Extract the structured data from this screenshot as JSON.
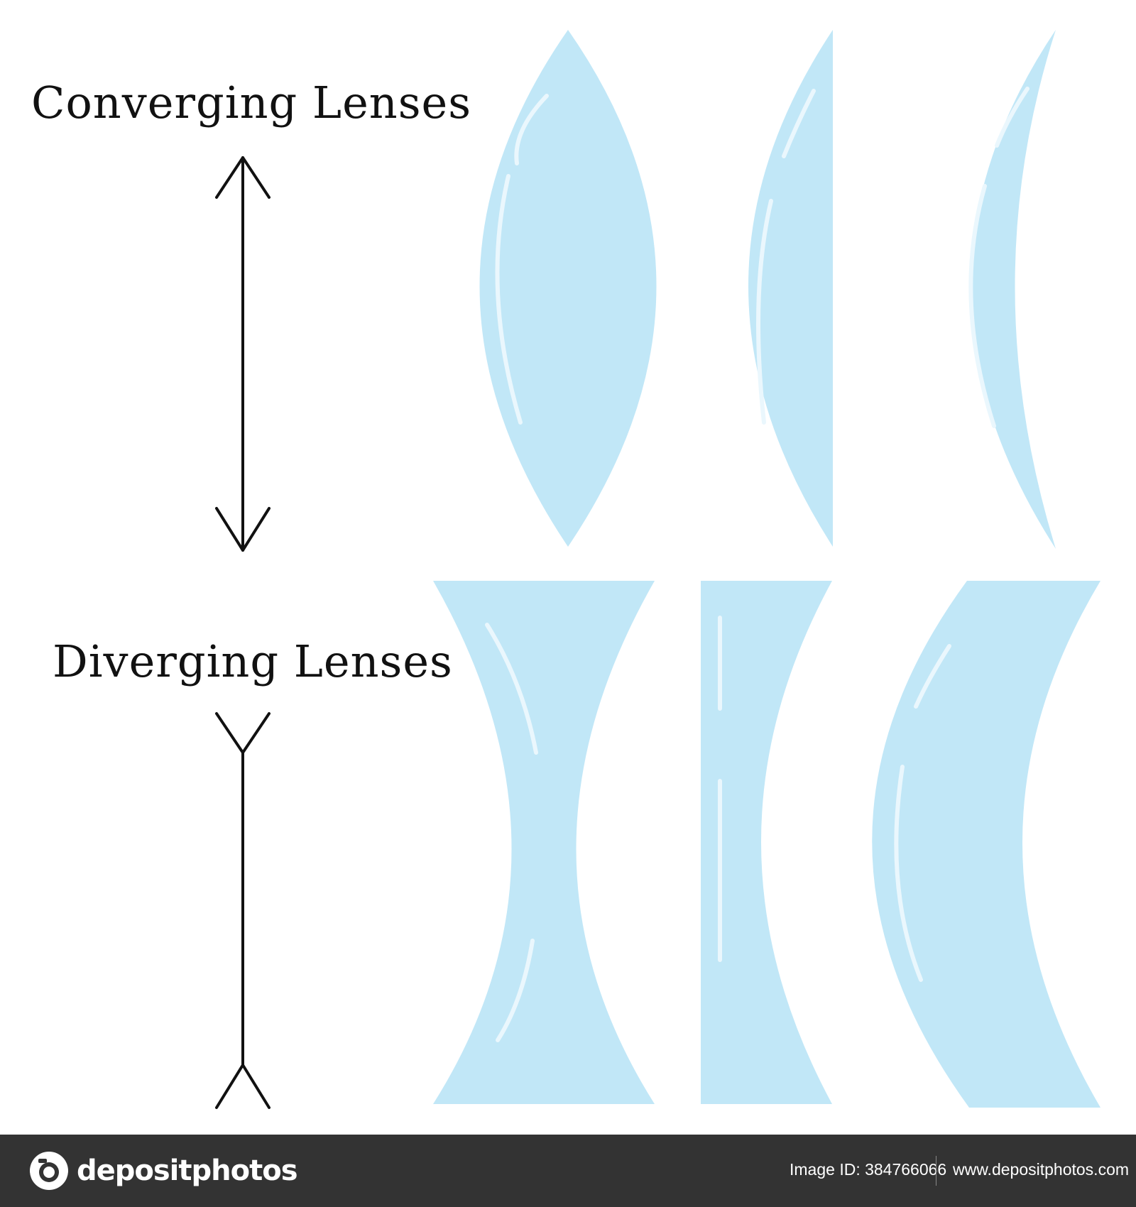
{
  "labels": {
    "converging": "Converging Lenses",
    "diverging": "Diverging Lenses"
  },
  "lens_color": "#c1e7f7",
  "highlight_color": "#eaf7fd",
  "lenses": {
    "converging": [
      "biconvex",
      "plano-convex",
      "positive-meniscus"
    ],
    "diverging": [
      "biconcave",
      "plano-concave",
      "negative-meniscus"
    ]
  },
  "footer": {
    "brand": "depositphotos",
    "image_id": "Image ID: 384766066",
    "url": "www.depositphotos.com",
    "bg_color": "#333333"
  }
}
